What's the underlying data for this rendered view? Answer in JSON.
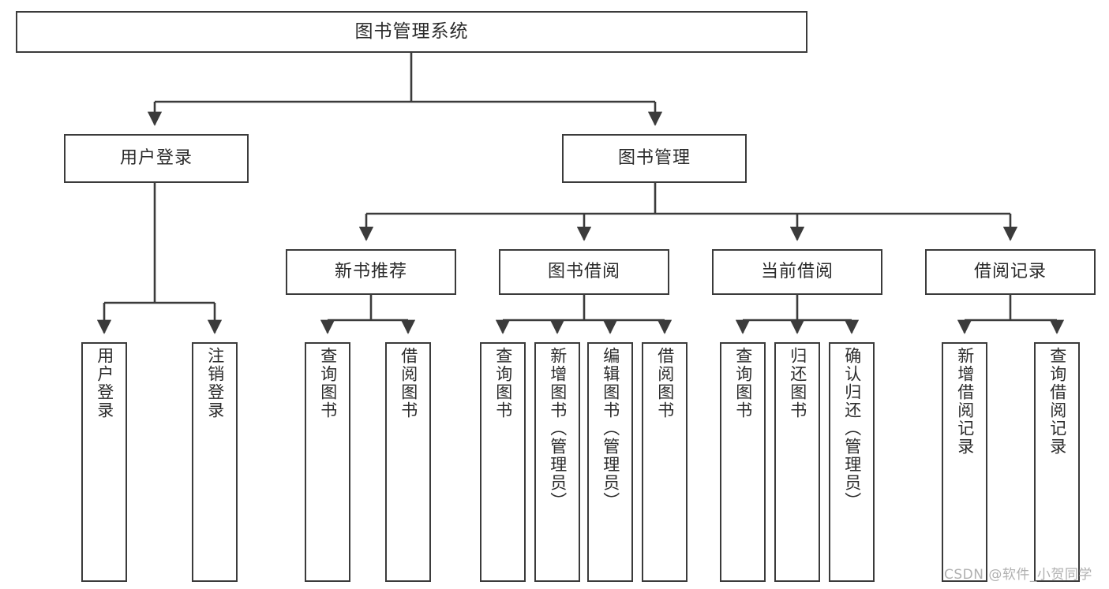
{
  "diagram": {
    "title": "图书管理系统",
    "type": "functional-structure-tree",
    "levels": [
      {
        "level": 1,
        "nodes": [
          {
            "id": "root",
            "label": "图书管理系统"
          }
        ]
      },
      {
        "level": 2,
        "nodes": [
          {
            "id": "user-login",
            "label": "用户登录"
          },
          {
            "id": "book-manage",
            "label": "图书管理"
          }
        ]
      },
      {
        "level": 3,
        "nodes": [
          {
            "id": "new-book-recommend",
            "label": "新书推荐"
          },
          {
            "id": "book-borrow",
            "label": "图书借阅"
          },
          {
            "id": "current-borrow",
            "label": "当前借阅"
          },
          {
            "id": "borrow-record",
            "label": "借阅记录"
          }
        ]
      },
      {
        "level": 4,
        "nodes": [
          {
            "id": "leaf-user-login",
            "label": "用户登录",
            "parent": "user-login"
          },
          {
            "id": "leaf-logout-login",
            "label": "注销登录",
            "parent": "user-login"
          },
          {
            "id": "leaf-query-book-1",
            "label": "查询图书",
            "parent": "new-book-recommend"
          },
          {
            "id": "leaf-borrow-book-1",
            "label": "借阅图书",
            "parent": "new-book-recommend"
          },
          {
            "id": "leaf-query-book-2",
            "label": "查询图书",
            "parent": "book-borrow"
          },
          {
            "id": "leaf-add-book",
            "label": "新增图书（管理员）",
            "parent": "book-borrow"
          },
          {
            "id": "leaf-edit-book",
            "label": "编辑图书（管理员）",
            "parent": "book-borrow"
          },
          {
            "id": "leaf-borrow-book-2",
            "label": "借阅图书",
            "parent": "book-borrow"
          },
          {
            "id": "leaf-query-book-3",
            "label": "查询图书",
            "parent": "current-borrow"
          },
          {
            "id": "leaf-return-book",
            "label": "归还图书",
            "parent": "current-borrow"
          },
          {
            "id": "leaf-confirm-return",
            "label": "确认归还（管理员）",
            "parent": "current-borrow"
          },
          {
            "id": "leaf-add-record",
            "label": "新增借阅记录",
            "parent": "borrow-record"
          },
          {
            "id": "leaf-query-record",
            "label": "查询借阅记录",
            "parent": "borrow-record"
          }
        ]
      }
    ]
  },
  "watermark": {
    "text": "CSDN @软件_小贺同学"
  },
  "colors": {
    "box_border": "#3b3b3b",
    "box_fill": "#ffffff",
    "text": "#2b2b2b",
    "edge": "#3b3b3b",
    "watermark": "#b0b0b0",
    "background": "#ffffff"
  }
}
